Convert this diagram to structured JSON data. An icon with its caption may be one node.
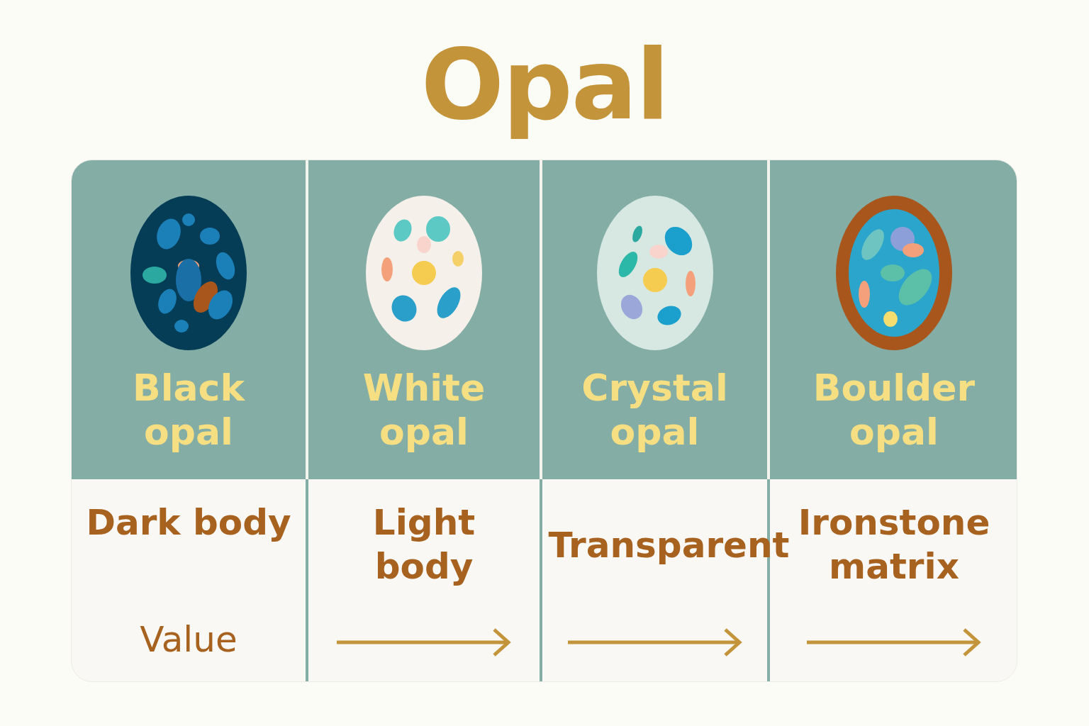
{
  "diagram": {
    "title": "Opal",
    "labels": [
      "Black opal",
      "White opal",
      "Crystal opal",
      "Boulder opal",
      "Dark body",
      "Light body",
      "Transparent",
      "Ironstone matrix",
      "Value"
    ]
  }
}
